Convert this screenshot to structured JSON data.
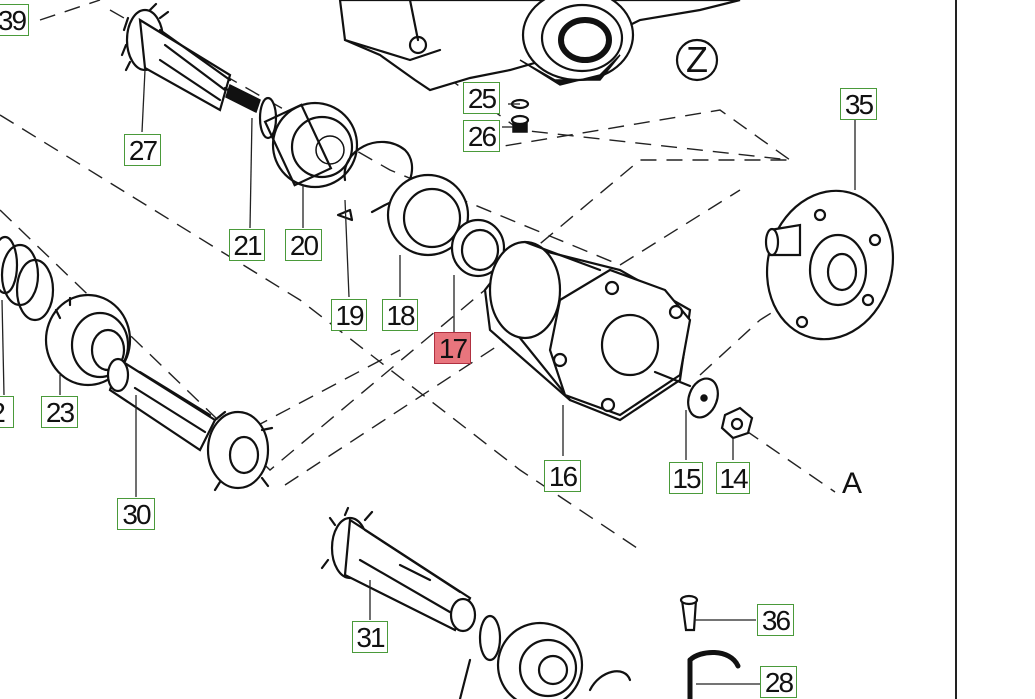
{
  "diagram": {
    "section_letter": "Z",
    "axis_letter": "A",
    "selected_callout": "17",
    "callouts": [
      "39",
      "27",
      "25",
      "26",
      "35",
      "21",
      "20",
      "19",
      "18",
      "17",
      "2",
      "23",
      "16",
      "15",
      "14",
      "30",
      "31",
      "36",
      "28"
    ],
    "colors": {
      "selected_fill": "#e8757d",
      "callout_border": "#4a9a3a",
      "ink": "#111111"
    }
  }
}
